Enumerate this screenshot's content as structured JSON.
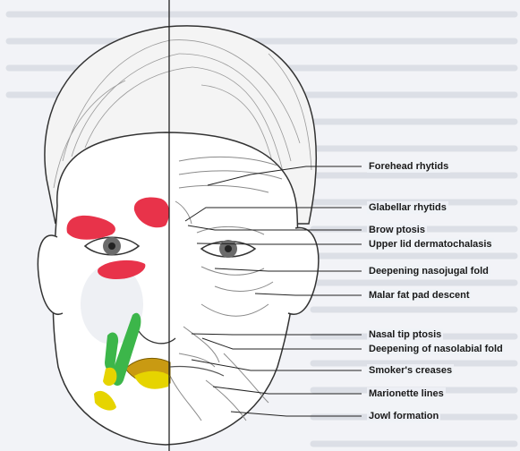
{
  "labels": [
    "Forehead rhytids",
    "Glabellar rhytids",
    "Brow ptosis",
    "Upper lid dermatochalasis",
    "Deepening nasojugal fold",
    "Malar fat pad descent",
    "Nasal tip ptosis",
    "Deepening of nasolabial fold",
    "Smoker's creases",
    "Marionette lines",
    "Jowl formation"
  ],
  "colors": {
    "red_zone": "#e8334a",
    "green_zone": "#3cb64a",
    "yellow_zone": "#e6d400",
    "lips": "#c99a12",
    "line": "#222222",
    "skin": "#ffffff",
    "background": "#f2f3f7"
  }
}
